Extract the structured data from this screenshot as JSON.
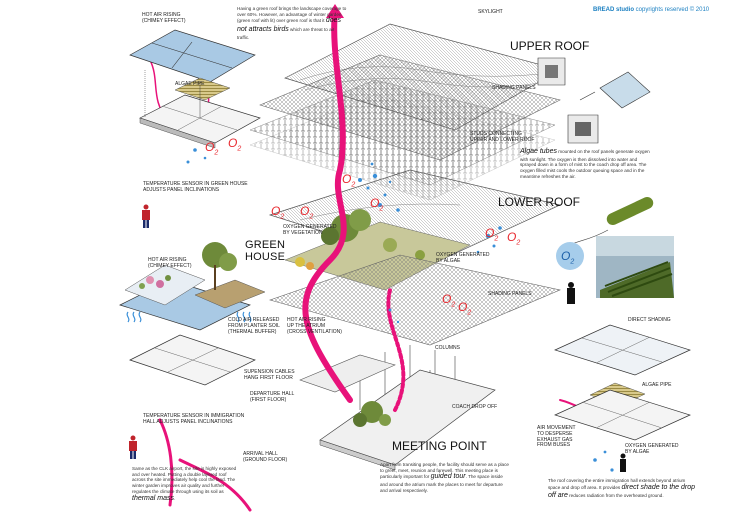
{
  "brand": {
    "name": "BREAD studio",
    "suffix": "copyrights reserved © 2010"
  },
  "titles": {
    "upper_roof": "UPPER ROOF",
    "lower_roof": "LOWER ROOF",
    "green_house": "GREEN\nHOUSE",
    "meeting_point": "MEETING POINT"
  },
  "labels": {
    "skylight": "SKYLIGHT",
    "shading_panels_top": "SHADING PANELS",
    "studs": "STUDS CONNECTING\nUPPER AND LOWER ROOF",
    "oxygen_vegetation": "OXYGEN GENERATED\nBY VEGETATION",
    "oxygen_algae_mid": "OXYGEN GENERATED\nBY ALGAE",
    "shading_panels_mid": "SHADING PANELS",
    "hot_air_atrium": "HOT AIR RISING\nUP THE ATRIUM\n(CROSS VENTILATION)",
    "columns": "COLUMNS",
    "suspension": "SUPENSION CABLES\nHANG FIRST FLOOR",
    "departure": "DEPARTURE HALL\n(FIRST FLOOR)",
    "coach": "COACH DROP OFF",
    "arrival": "ARRIVAL HALL\n(GROUND FLOOR)",
    "hot_air_top": "HOT AIR RISING\n(CHIMEY EFFECT)",
    "algae_pipe_top": "ALGAE PIPE",
    "sensor_green": "TEMPERATURE SENSOR IN GREEN HOUSE\nADJUSTS PANEL INCLINATIONS",
    "hot_air_left": "HOT AIR RISING\n(CHIMEY EFFECT)",
    "cold_air": "COLD AIR RELEASED\nFROM PLANTER SOIL\n(THERMAL BUFFER)",
    "sensor_immigration": "TEMPERATURE SENSOR IN IMMIGRATION\nHALL ADJUSTS PANEL INCLINATIONS",
    "direct_shading": "DIRECT SHADING",
    "algae_pipe_right": "ALGAE PIPE",
    "air_movement": "AIR MOVEMENT\nTO DESPERSE\nEXHAUST GAS\nFROM BUSES",
    "oxygen_algae_right": "OXYGEN GENERATED\nBY ALGAE"
  },
  "o2": {
    "symbol": "O",
    "sub": "2"
  },
  "paragraphs": {
    "green_roof": {
      "before": "Having a green roof brings the landscape coverage to over 60%. However, an advantage of winter garden (green roof with lit) over green roof is that it ",
      "emph": "does not attracts birds",
      "after": " which are threat to air traffic."
    },
    "algae": {
      "emph": "Algae tubes",
      "after": " mounted on the roof panels generate oxygen with sunlight. The oxygen is then dissolved into water and sprayed down in a form of mist to the coach drop off area. The oxygen filled mist cools the outdoor queuing space and in the meantime refreshes the air."
    },
    "clk": {
      "before": "Same as the CLK airport, the site is highly exposed and over heated. Putting a double layered roof across the site immediately help cool the land. The winter garden improves air quality and further regulates the climate through using its soil as ",
      "emph": "thermal mass",
      "after": "."
    },
    "meeting": {
      "before": "Apart from transiting people, the facility should serve as a place to greet, meet, reunion and farewell. This meeting place is particularly important for ",
      "emph": "guided tour",
      "after": ". The space inside and around the atrium mark the places to meet for departure and arrival respectively."
    },
    "shade": {
      "before": "The roof covering the entire immigration hall extends beyond atrium space and drop off area. It provides ",
      "emph": "direct shade to the drop off are",
      "after": " reduces radiation from the overheated ground."
    }
  },
  "colors": {
    "arrow": "#e8127a",
    "o2_red": "#e8282e",
    "bubble": "#3a8fd8",
    "brand": "#1a7fc1",
    "glass": "#a9c9e4"
  }
}
